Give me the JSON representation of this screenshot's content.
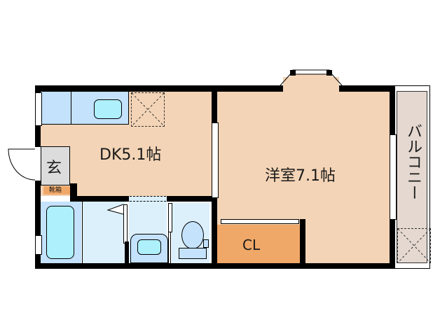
{
  "floorplan": {
    "rooms": {
      "dk": {
        "label": "DK5.1帖",
        "type": "DK",
        "size_jo": 5.1
      },
      "western": {
        "label": "洋室7.1帖",
        "type": "洋室",
        "size_jo": 7.1
      },
      "entrance": {
        "label": "玄"
      },
      "shoe_box": {
        "label": "靴箱"
      },
      "closet": {
        "label": "CL"
      },
      "balcony": {
        "label": "バルコニー"
      }
    },
    "colors": {
      "room_floor": "#f3d4b6",
      "closet": "#f0a868",
      "wet_area": "#dcf0fc",
      "bath": "#c4e2fc",
      "fixture": "#aef0fc",
      "entrance": "#dcdcdc",
      "balcony": "#e4d8d0",
      "shoe_box": "#f0a868",
      "wall": "#000000"
    }
  }
}
